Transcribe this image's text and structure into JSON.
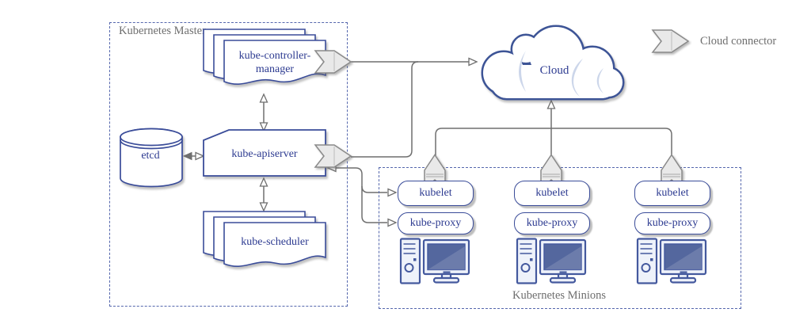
{
  "master": {
    "title": "Kubernetes Master",
    "controller_label": "kube-controller-manager",
    "etcd_label": "etcd",
    "apiserver_label": "kube-apiserver",
    "scheduler_label": "kube-scheduler"
  },
  "cloud": {
    "label": "Cloud"
  },
  "legend": {
    "cloud_connector_label": "Cloud connector"
  },
  "minions": {
    "title": "Kubernetes Minions",
    "items": [
      {
        "kubelet_label": "kubelet",
        "proxy_label": "kube-proxy"
      },
      {
        "kubelet_label": "kubelet",
        "proxy_label": "kube-proxy"
      },
      {
        "kubelet_label": "kubelet",
        "proxy_label": "kube-proxy"
      }
    ]
  },
  "colors": {
    "shape_outline": "#3a4c99",
    "label_text": "#2c3a90",
    "muted_text": "#6e6e6e",
    "dashed_border": "#5567ad",
    "connector_gray": "#6f6f6f",
    "chevron_fill": "#e9e9e9",
    "chevron_outline": "#8a8a8a",
    "screen_blue": "#54679e",
    "cloud_accent": "#ccd6ea"
  }
}
